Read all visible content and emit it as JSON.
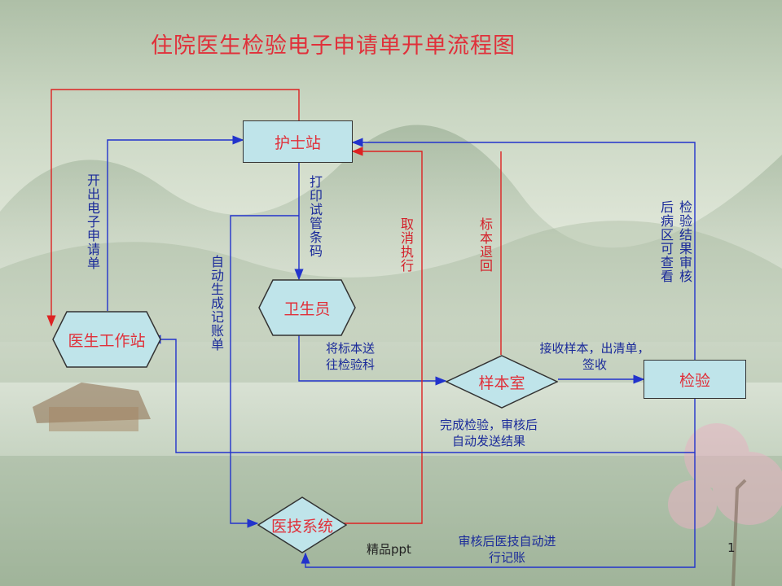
{
  "title": "住院医生检验电子申请单开单流程图",
  "nodes": {
    "nurse_station": "护士站",
    "doctor_station": "医生工作站",
    "orderly": "卫生员",
    "sample_room": "样本室",
    "lab": "检验",
    "med_tech": "医技系统"
  },
  "labels": {
    "open_request": "开出电子申请单",
    "print_barcode": "打印试管条码",
    "auto_billing": "自动生成记账单",
    "cancel": "取消执行",
    "specimen_return": "标本退回",
    "ward_view": "后病区可查看",
    "lab_result_review": "检验结果审核",
    "send_specimen_1": "将标本送",
    "send_specimen_2": "往检验科",
    "receive_1": "接收样本，出清单，",
    "receive_2": "签收",
    "complete_1": "完成检验，审核后",
    "complete_2": "自动发送结果",
    "billing_1": "审核后医技自动进",
    "billing_2": "行记账"
  },
  "footer": {
    "watermark": "精品ppt",
    "page_number": "1"
  },
  "colors": {
    "title": "#e0303a",
    "node_fill": "#bfe4ea",
    "node_text": "#e0303a",
    "blue_line": "#2233cc",
    "red_line": "#dd2222",
    "blue_text": "#1a2a9a"
  }
}
